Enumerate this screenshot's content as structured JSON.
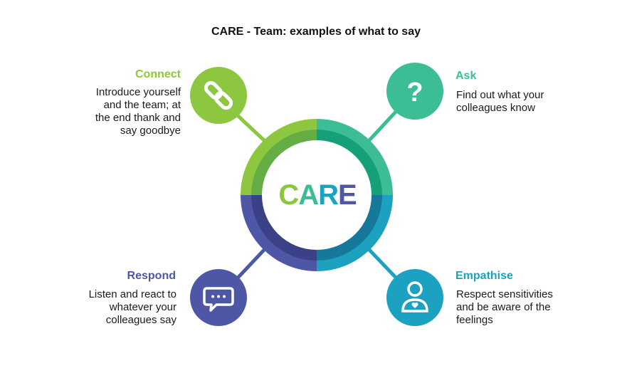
{
  "title": "CARE - Team: examples of what to say",
  "center": {
    "letters": [
      {
        "char": "C",
        "color": "#8dc63f"
      },
      {
        "char": "A",
        "color": "#3dbd96"
      },
      {
        "char": "R",
        "color": "#1ca1c1"
      },
      {
        "char": "E",
        "color": "#4e56a6"
      }
    ]
  },
  "items": {
    "connect": {
      "label": "Connect",
      "lines": [
        "Introduce yourself",
        "and the team; at",
        "the end thank and",
        "say goodbye"
      ],
      "color": "#8dc63f",
      "icon": "link-icon"
    },
    "ask": {
      "label": "Ask",
      "lines": [
        "Find out what your",
        "colleagues know"
      ],
      "color": "#3dbd96",
      "icon": "question-icon"
    },
    "respond": {
      "label": "Respond",
      "lines": [
        "Listen and react to",
        "whatever your",
        "colleagues say"
      ],
      "color": "#4e56a6",
      "icon": "chat-bubble-icon"
    },
    "empathise": {
      "label": "Empathise",
      "lines": [
        "Respect sensitivities",
        "and be aware of the",
        "feelings"
      ],
      "color": "#1ca1c1",
      "icon": "person-heart-icon"
    }
  }
}
